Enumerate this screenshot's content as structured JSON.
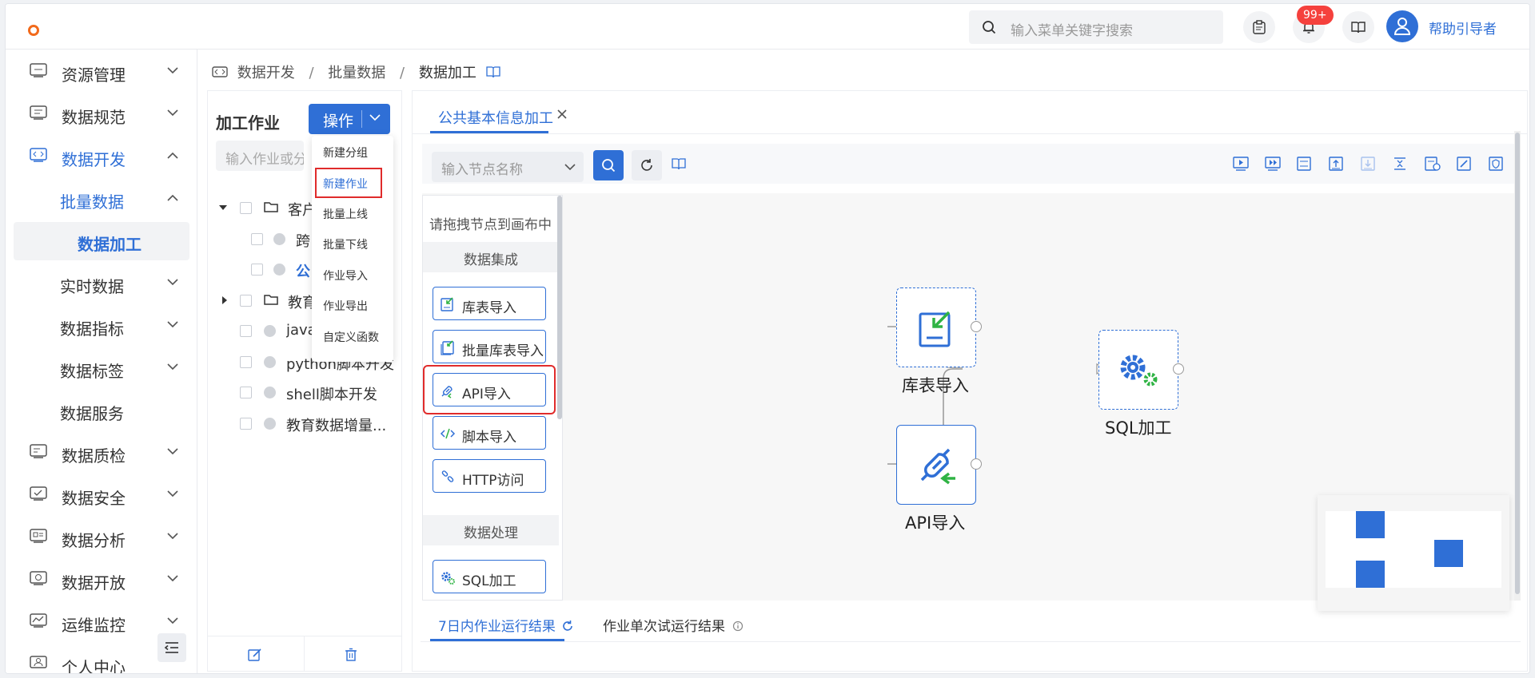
{
  "header": {
    "search_placeholder": "输入菜单关键字搜索",
    "notification_count": "99+",
    "user_name": "帮助引导者"
  },
  "sidebar": {
    "items": [
      {
        "label": "资源管理",
        "icon": "resource-icon"
      },
      {
        "label": "数据规范",
        "icon": "spec-icon"
      },
      {
        "label": "数据开发",
        "icon": "code-icon"
      },
      {
        "label": "批量数据",
        "icon": ""
      },
      {
        "label": "数据加工",
        "icon": ""
      },
      {
        "label": "实时数据",
        "icon": ""
      },
      {
        "label": "数据指标",
        "icon": ""
      },
      {
        "label": "数据标签",
        "icon": ""
      },
      {
        "label": "数据服务",
        "icon": ""
      },
      {
        "label": "数据质检",
        "icon": "quality-icon"
      },
      {
        "label": "数据安全",
        "icon": "security-icon"
      },
      {
        "label": "数据分析",
        "icon": "analysis-icon"
      },
      {
        "label": "数据开放",
        "icon": "open-icon"
      },
      {
        "label": "运维监控",
        "icon": "monitor-icon"
      },
      {
        "label": "个人中心",
        "icon": "user-center-icon"
      }
    ]
  },
  "breadcrumb": [
    "数据开发",
    "批量数据",
    "数据加工"
  ],
  "left_panel": {
    "title": "加工作业",
    "operate_button": "操作",
    "search_placeholder": "输入作业或分组",
    "tree": [
      {
        "label": "客户",
        "type": "folder",
        "expanded": true
      },
      {
        "label": "跨",
        "type": "job"
      },
      {
        "label": "公",
        "type": "job"
      },
      {
        "label": "教育",
        "type": "folder",
        "expanded": false
      },
      {
        "label": "java",
        "type": "job"
      },
      {
        "label": "python脚本开发",
        "type": "job"
      },
      {
        "label": "shell脚本开发",
        "type": "job"
      },
      {
        "label": "教育数据增量...",
        "type": "job"
      }
    ]
  },
  "dropdown_menu": [
    "新建分组",
    "新建作业",
    "批量上线",
    "批量下线",
    "作业导入",
    "作业导出",
    "自定义函数"
  ],
  "main": {
    "tab_label": "公共基本信息加工",
    "node_search_placeholder": "输入节点名称",
    "palette": {
      "hint": "请拖拽节点到画布中",
      "section_integration": "数据集成",
      "integration_items": [
        "库表导入",
        "批量库表导入",
        "API导入",
        "脚本导入",
        "HTTP访问"
      ],
      "section_processing": "数据处理",
      "processing_items": [
        "SQL加工"
      ]
    },
    "canvas_nodes": [
      "库表导入",
      "API导入",
      "SQL加工"
    ],
    "bottom_tabs": [
      "7日内作业运行结果",
      "作业单次试运行结果"
    ]
  },
  "colors": {
    "accent": "#2f6fd6",
    "highlight": "#e02b2b",
    "green": "#2fb344",
    "logo": "#f26a1b"
  }
}
